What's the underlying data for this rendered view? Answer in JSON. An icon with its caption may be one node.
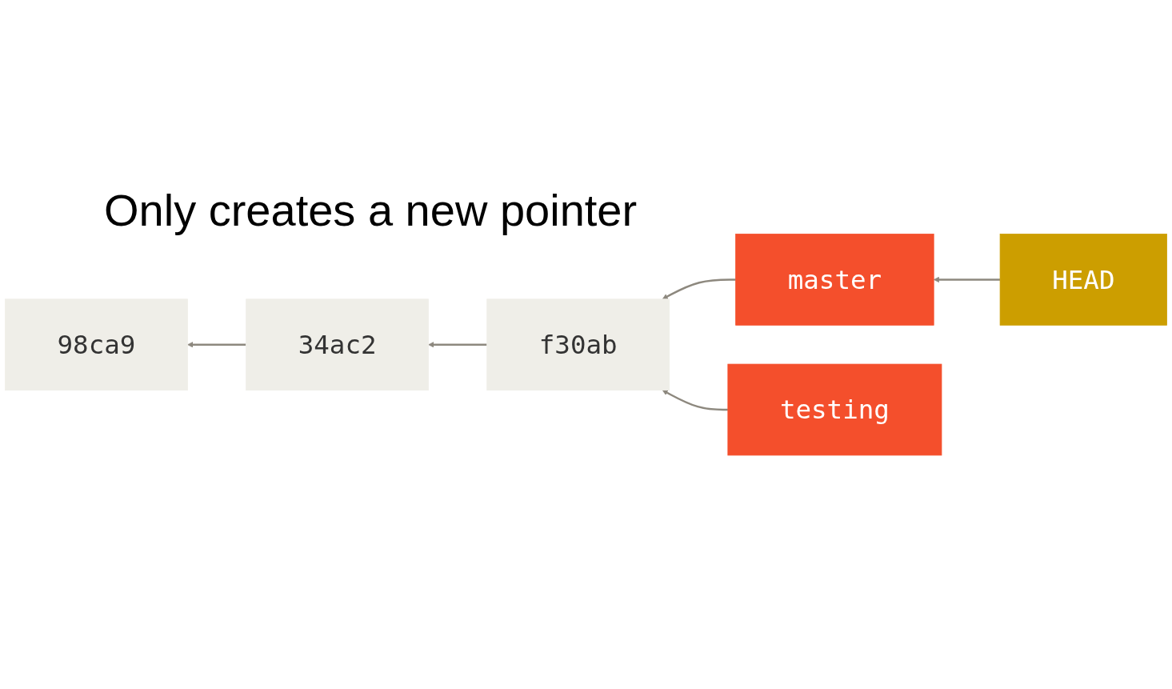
{
  "diagram": {
    "title": "Only creates a new pointer",
    "nodes": [
      {
        "text": [
          "HEAD"
        ]
      },
      {
        "text": [
          "master"
        ]
      },
      {
        "text": [
          "98ca9"
        ]
      },
      {
        "text": [
          "34ac2"
        ]
      },
      {
        "text": [
          "f30ab"
        ]
      },
      {
        "text": [
          "testing"
        ]
      }
    ],
    "edges": [
      {
        "from": 0,
        "to": 1,
        "arrow": "to"
      },
      {
        "from": 1,
        "to": 4,
        "arrow": "to"
      },
      {
        "from": 4,
        "to": 3,
        "arrow": "to"
      },
      {
        "from": 3,
        "to": 2,
        "arrow": "to"
      },
      {
        "from": 5,
        "to": 4,
        "arrow": "to"
      }
    ]
  }
}
